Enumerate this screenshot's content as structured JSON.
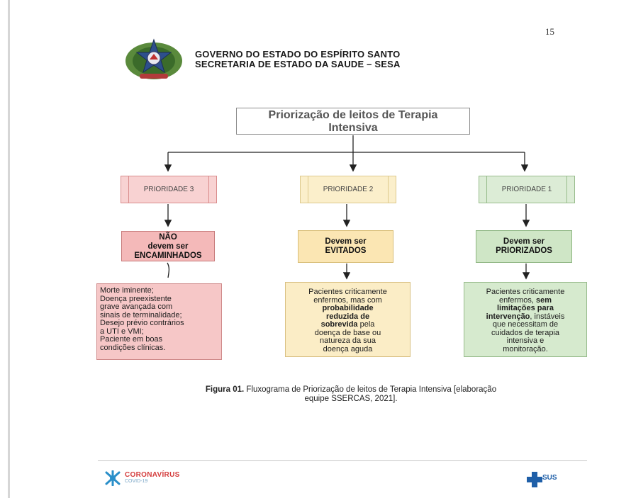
{
  "page_number": "15",
  "header": {
    "line1": "GOVERNO DO ESTADO DO ESPÍRITO SANTO",
    "line2": "SECRETARIA DE ESTADO DA SAUDE – SESA"
  },
  "flowchart": {
    "title_line1": "Priorização de leitos de Terapia",
    "title_line2": "Intensiva",
    "priorities": [
      {
        "label": "PRIORIDADE 3",
        "status": [
          "NÃO",
          "devem ser",
          "ENCAMINHADOS"
        ],
        "description": [
          "Morte iminente;",
          "Doença preexistente",
          "grave avançada com",
          "sinais de terminalidade;",
          "Desejo prévio contrários",
          "a UTI e VMI;",
          "Paciente em boas",
          "condições clínicas."
        ],
        "colors": {
          "fill": "#f8d2d2",
          "border": "#d98c8c"
        }
      },
      {
        "label": "PRIORIDADE 2",
        "status": [
          "Devem ser",
          "EVITADOS"
        ],
        "description_parts": {
          "pre1": "Pacientes criticamente",
          "pre2": "enfermos, mas com",
          "bold1": "probabilidade",
          "bold2": "reduzida de",
          "bold3": "sobrevida",
          "post1": " pela",
          "post2": "doença de base ou",
          "post3": "natureza da sua",
          "post4": "doença aguda"
        },
        "colors": {
          "fill": "#fbefcb",
          "border": "#ddc98d"
        }
      },
      {
        "label": "PRIORIDADE 1",
        "status": [
          "Devem ser",
          "PRIORIZADOS"
        ],
        "description_parts": {
          "pre1": "Pacientes criticamente",
          "pre2": "enfermos, ",
          "bold1": "sem",
          "bold2": "limitações para",
          "bold3": "intervenção",
          "post1": ", instáveis",
          "post2": "que necessitam de",
          "post3": "cuidados de terapia",
          "post4": "intensiva e",
          "post5": "monitoração."
        },
        "colors": {
          "fill": "#dcecd6",
          "border": "#98bc8c"
        }
      }
    ]
  },
  "caption": {
    "label": "Figura 01.",
    "text_line1": " Fluxograma de Priorização de leitos de Terapia Intensiva [elaboração",
    "text_line2": "equipe SSERCAS, 2021]."
  },
  "footer": {
    "left_logo_text": "CORONAVÍRUS",
    "left_logo_subtext": "COVID-19",
    "right_logo_text": "SUS"
  }
}
